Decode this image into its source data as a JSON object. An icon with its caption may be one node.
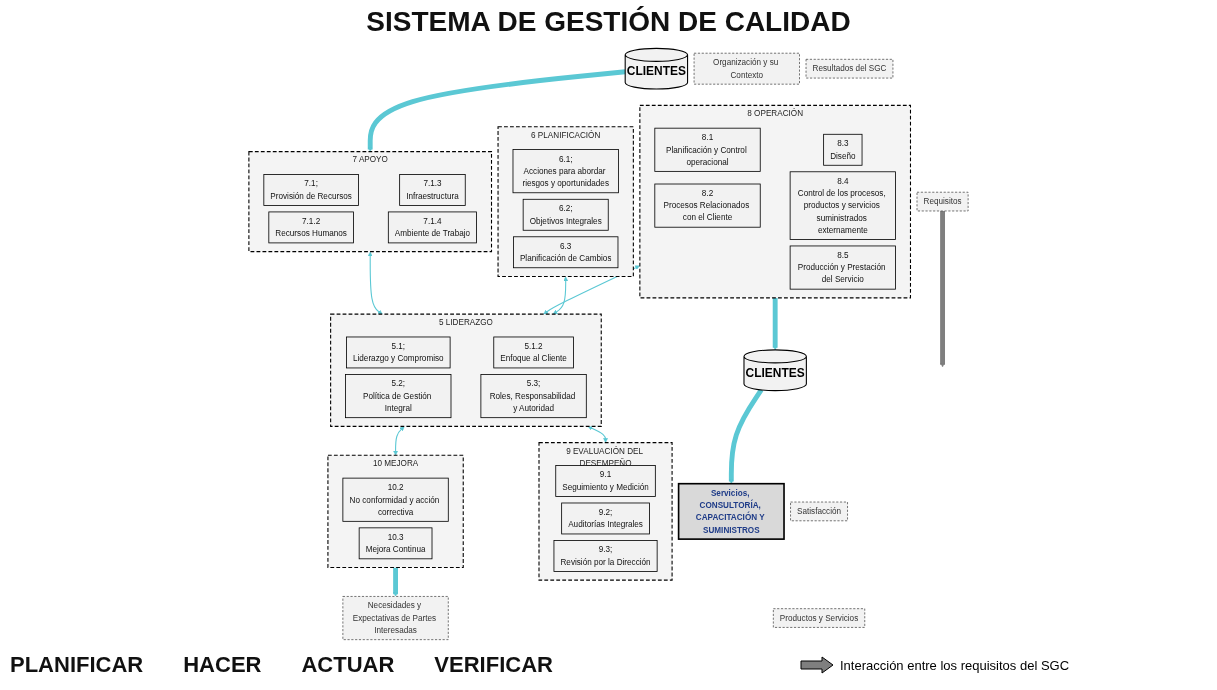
{
  "diagram": {
    "title": "SISTEMA DE GESTIÓN DE CALIDAD",
    "nodes": [
      {
        "text": [
          "CLIENTES"
        ]
      },
      {
        "text": [
          "Organización y su Contexto"
        ]
      },
      {
        "text": [
          "Requisitos"
        ]
      },
      {
        "text": [
          "Necesidades y Expectativas de Partes Interesadas"
        ]
      },
      {
        "text": [
          "7 APOYO"
        ]
      },
      {
        "text": [
          "7.1;",
          "Provisión de Recursos"
        ],
        "in": 4
      },
      {
        "text": [
          "7.1.3",
          "Infraestructura"
        ],
        "in": 4
      },
      {
        "text": [
          "7.1.2",
          "Recursos Humanos"
        ],
        "in": 4
      },
      {
        "text": [
          "7.1.4",
          "Ambiente de Trabajo"
        ],
        "in": 4
      },
      {
        "text": [
          "8 OPERACIÓN"
        ]
      },
      {
        "text": [
          "8.1",
          "Planificación y Control operacional"
        ],
        "in": 9
      },
      {
        "text": [
          "8.3",
          "Diseño"
        ],
        "in": 9
      },
      {
        "text": [
          "8.4",
          "Control de los procesos, productos y servicios suministrados externamente"
        ],
        "in": 9
      },
      {
        "text": [
          "8.2",
          "Procesos Relacionados con el Cliente"
        ],
        "in": 9
      },
      {
        "text": [
          "8.5",
          "Producción y Prestación del Servicio"
        ],
        "in": 9
      },
      {
        "text": [
          "6 PLANIFICACIÓN"
        ]
      },
      {
        "text": [
          "6.1;",
          "Acciones para abordar riesgos y oportunidades"
        ],
        "in": 15
      },
      {
        "text": [
          "6.2;",
          "Objetivos Integrales"
        ],
        "in": 15
      },
      {
        "text": [
          "6.3",
          "Planificación de Cambios"
        ],
        "in": 15
      },
      {
        "text": [
          "5 LIDERAZGO"
        ]
      },
      {
        "text": [
          "5.1;",
          "Liderazgo y Compromiso"
        ],
        "in": 19
      },
      {
        "text": [
          "5.1.2",
          "Enfoque al Cliente"
        ],
        "in": 19
      },
      {
        "text": [
          "5.2;",
          "Política de Gestión Integral"
        ],
        "in": 19
      },
      {
        "text": [
          "5.3;",
          "Roles, Responsabilidad y Autoridad"
        ],
        "in": 19
      },
      {
        "text": [
          "9 EVALUACIÓN DEL DESEMPEÑO"
        ]
      },
      {
        "text": [
          "9.1",
          "Seguimiento y Medición"
        ],
        "in": 24
      },
      {
        "text": [
          "9.2;",
          "Auditorías Integrales"
        ],
        "in": 24
      },
      {
        "text": [
          "9.3;",
          "Revisión por la Dirección"
        ],
        "in": 24
      },
      {
        "text": [
          "10 MEJORA"
        ]
      },
      {
        "text": [
          "10.2",
          "No conformidad y acción correctiva"
        ],
        "in": 28
      },
      {
        "text": [
          "10.3",
          "Mejora Continua"
        ],
        "in": 28
      },
      {
        "text": [
          "Servicios, CONSULTORÍA, CAPACITACIÓN Y SUMINISTROS"
        ]
      },
      {
        "text": [
          "CLIENTES"
        ]
      },
      {
        "text": [
          "Resultados del SGC"
        ]
      },
      {
        "text": [
          "Satisfacción"
        ]
      },
      {
        "text": [
          "Productos y Servicios"
        ]
      }
    ],
    "edges": [
      {
        "from": 0,
        "to": 4,
        "arrow": "to",
        "style": "thick"
      },
      {
        "from": 4,
        "to": 19,
        "arrow": "both"
      },
      {
        "from": 9,
        "to": 19,
        "arrow": "both"
      },
      {
        "from": 15,
        "to": 19,
        "arrow": "both"
      },
      {
        "from": 19,
        "to": 24,
        "arrow": "both"
      },
      {
        "from": 19,
        "to": 28,
        "arrow": "both"
      },
      {
        "from": 9,
        "to": 32,
        "arrow": "to",
        "style": "thick"
      },
      {
        "from": 32,
        "to": 31,
        "arrow": "to",
        "style": "thick"
      },
      {
        "from": 28,
        "to": 3,
        "arrow": "to",
        "style": "thick"
      },
      {
        "from": 2,
        "to": null,
        "arrow": "to",
        "style": "thick",
        "color": "#7f7f7f"
      }
    ],
    "labels": [
      "PLANIFICAR",
      "HACER",
      "ACTUAR",
      "VERIFICAR"
    ],
    "legend": [
      {
        "text": "Interacción entre los requisitos del SGC"
      }
    ]
  }
}
